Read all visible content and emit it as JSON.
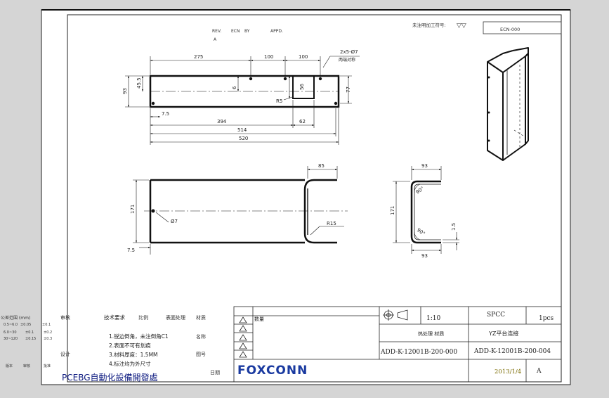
{
  "rev_block": {
    "rev": "REV.",
    "ecn": "ECN",
    "by": "BY",
    "appd": "APPD.",
    "rev_value": "A"
  },
  "finish_note": "未注明加工符号:",
  "finish_symbols": "▽▽",
  "ecn_box": "ECN-000",
  "part_front": {
    "dims_top": [
      "275",
      "100",
      "100"
    ],
    "hole_note": [
      "2x5-Ø7",
      "两端对称"
    ],
    "dim_left": "93",
    "dim_left_inner": "45.5",
    "dim_small": "6",
    "dim_notch": "56",
    "dim_right": "77",
    "dim_radius": "R5",
    "dim_edge": "7.5",
    "dims_bottom": [
      "394",
      "62",
      "514",
      "520"
    ]
  },
  "part_top": {
    "dim_top": "85",
    "dim_left": "171",
    "dim_hole": "Ø7",
    "dim_radius": "R15",
    "dim_edge": "7.5"
  },
  "part_side": {
    "dim_top": "93",
    "dim_angle_top": "90°",
    "dim_left": "171",
    "dim_angle_bottom": "90°",
    "dim_thick": "1.5",
    "dim_bottom": "93"
  },
  "tolerance_block": {
    "header": "公差范围 (mm)",
    "rows": [
      [
        "0.5~6.0",
        "±0.05",
        "±0.1"
      ],
      [
        "6.0~30",
        "±0.1",
        "±0.2"
      ],
      [
        "30~120",
        "±0.15",
        "±0.3"
      ]
    ],
    "col_labels": [
      "版本",
      "审核",
      "批准"
    ]
  },
  "signoff_labels": {
    "check": "审核",
    "design": "设计",
    "date": "日期",
    "material": "材质",
    "scale_label": "比例",
    "surface": "表面处理",
    "name_label": "名称",
    "drawing_no": "图号"
  },
  "tech_requirements": {
    "title": "技术要求",
    "items": [
      "1.锐边倒角，未注倒角C1",
      "2.表面不可有划痕",
      "3.材料厚度：1.5MM",
      "4.标注均为外尺寸"
    ]
  },
  "title_block": {
    "qty_label": "数量",
    "scale": "1:10",
    "material": "SPCC",
    "quantity": "1pcs",
    "drawing_type": "热处理 材质",
    "part_name": "YZ平台连接",
    "assembly_no": "ADD-K-12001B-200-000",
    "part_no": "ADD-K-12001B-200-004",
    "date": "2013/1/4",
    "sheet": "A",
    "company_logo": "FOXCONN",
    "department": "PCEBG自動化設備開發處"
  }
}
